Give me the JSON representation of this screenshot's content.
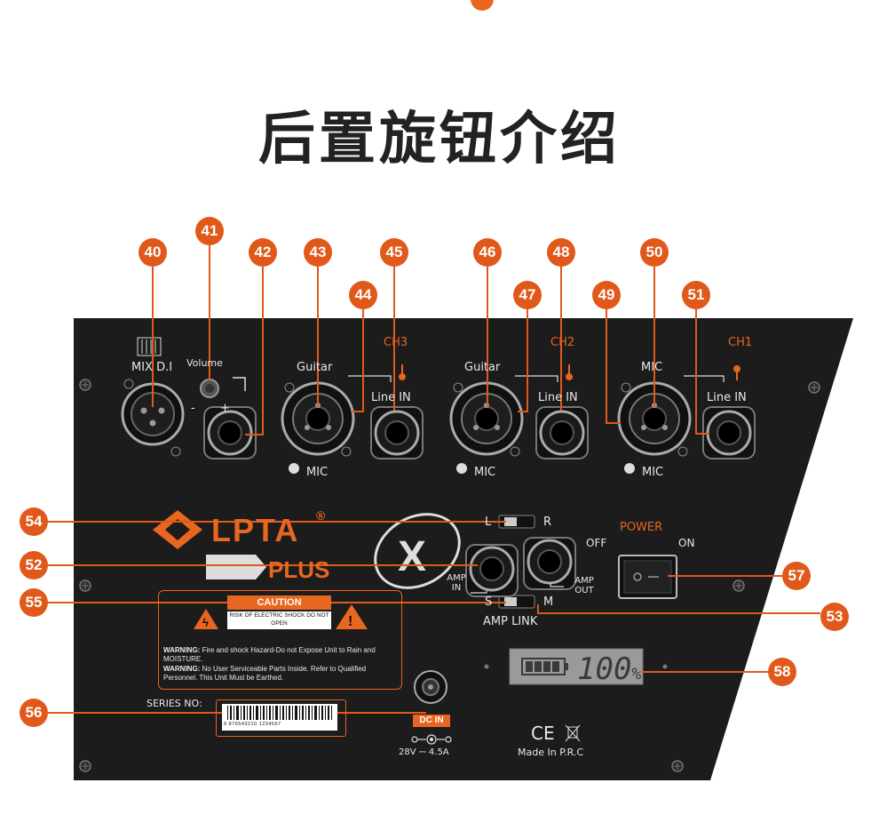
{
  "page": {
    "title": "后置旋钮介绍"
  },
  "callouts": [
    "40",
    "41",
    "42",
    "43",
    "44",
    "45",
    "46",
    "47",
    "48",
    "49",
    "50",
    "51",
    "52",
    "53",
    "54",
    "55",
    "56",
    "57",
    "58"
  ],
  "panel": {
    "channels": {
      "ch3": {
        "name": "CH3",
        "guitar": "Guitar",
        "line_in": "Line IN",
        "mic": "MIC"
      },
      "ch2": {
        "name": "CH2",
        "guitar": "Guitar",
        "line_in": "Line IN",
        "mic": "MIC"
      },
      "ch1": {
        "name": "CH1",
        "mic_top": "MIC",
        "line_in": "Line IN",
        "mic": "MIC"
      }
    },
    "mix_di": "MIX D.I",
    "volume": "Volume",
    "volume_minus": "-",
    "volume_plus": "+",
    "brand": "LPTA",
    "brand_mark": "®",
    "plus": "PLUS",
    "x_logo": "X",
    "lr_left": "L",
    "lr_right": "R",
    "amp_in": "AMP IN",
    "amp_out": "AMP OUT",
    "sm_left": "S",
    "sm_right": "M",
    "amp_link": "AMP LINK",
    "power": "POWER",
    "off": "OFF",
    "on": "ON",
    "lcd_value": "100",
    "lcd_unit": "%",
    "caution_title": "CAUTION",
    "caution_sub": "RISK OF ELECTRIC SHOCK DO NOT OPEN",
    "warning1_head": "WARNING:",
    "warning1_text": "Fire and shock Hazard-Do not Expose Unit to Rain and MOISTURE.",
    "warning2_head": "WARNING:",
    "warning2_text": "No User Serviceable Parts Inside. Refer to Qualified Personnel. This Unit Must be Earthed.",
    "series_no": "SERIES NO:",
    "barcode_digits": "9 876543210 1234567",
    "dc_in": "DC IN",
    "dc_rating": "28V ⎓ 4.5A",
    "ce": "CE",
    "made_in": "Made In P.R.C"
  },
  "colors": {
    "accent": "#e0591a",
    "panel": "#1a1a1a",
    "panel_text": "#e8e8e8"
  }
}
